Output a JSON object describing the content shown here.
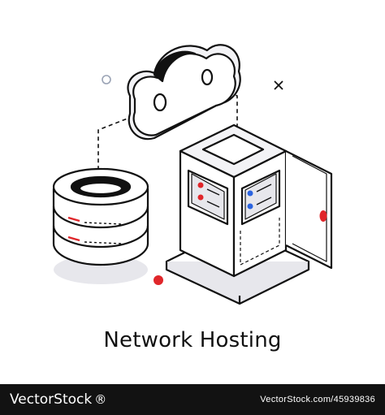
{
  "caption": "Network Hosting",
  "footer": {
    "brand": "VectorStock",
    "brand_mark": "®",
    "credit": "VectorStock.com/45939836"
  },
  "colors": {
    "stroke": "#111111",
    "accent_red": "#e0262a",
    "accent_blue": "#2b64e0",
    "soft_gray": "#e7e7ec",
    "footer_bg": "#121212"
  },
  "icons": [
    "cloud-icon",
    "database-icon",
    "server-rack-icon"
  ]
}
